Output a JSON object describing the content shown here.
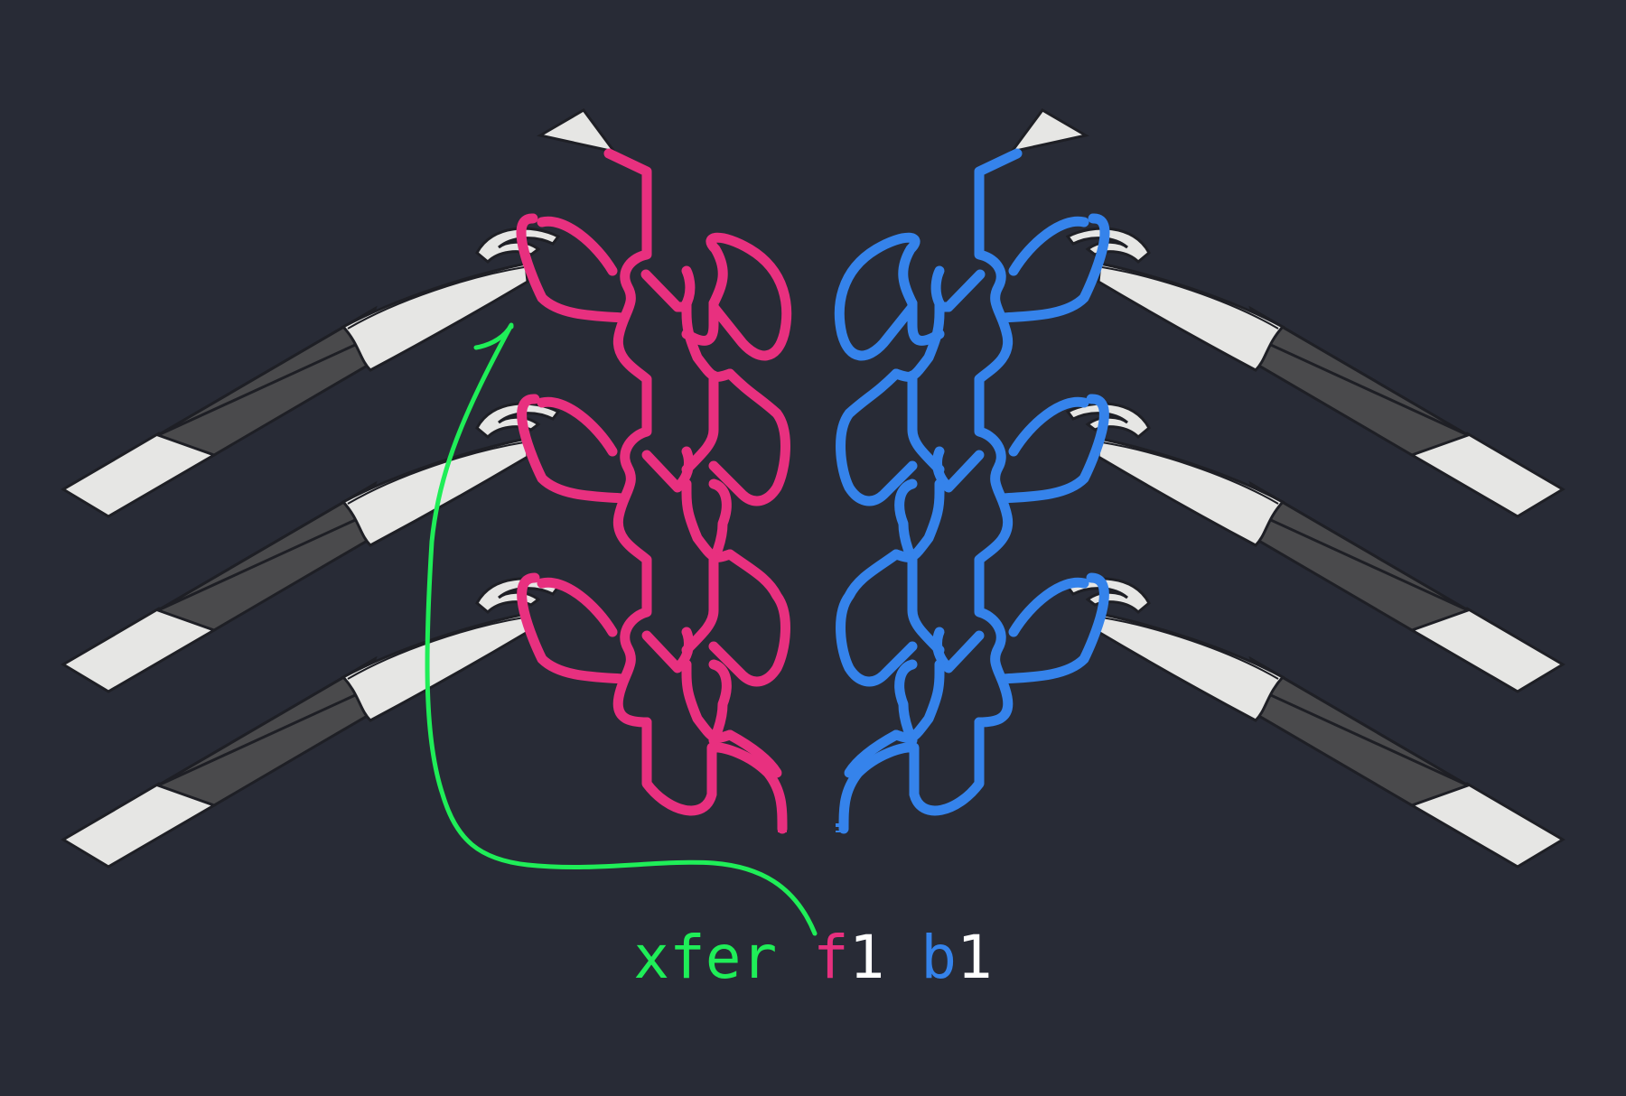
{
  "caption": {
    "command": "xfer",
    "front_bed": "f",
    "front_index": "1",
    "back_bed": "b",
    "back_index": "1"
  },
  "colors": {
    "background": "#282b36",
    "front_yarn": "#e8307f",
    "back_yarn": "#3583eb",
    "arrow": "#1fee58",
    "number": "#ffffff",
    "needle_light": "#e6e6e4",
    "needle_dark": "#4a4a4c",
    "outline": "#1e1f25"
  },
  "icons": {
    "needle": "knitting-needle-icon",
    "carrier": "yarn-carrier-icon",
    "arrow": "transfer-arrow-icon"
  },
  "beds": {
    "front": {
      "label": "f",
      "needles": 3
    },
    "back": {
      "label": "b",
      "needles": 3
    }
  }
}
